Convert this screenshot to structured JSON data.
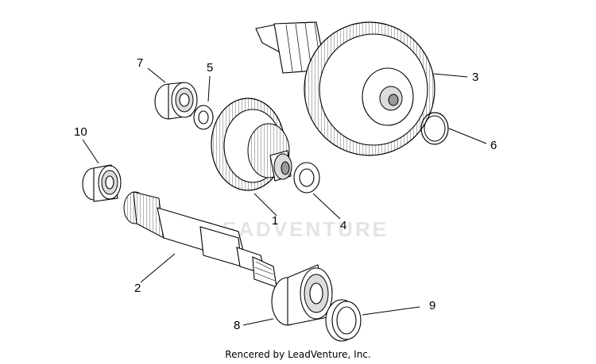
{
  "diagram": {
    "callouts": [
      "1",
      "2",
      "3",
      "4",
      "5",
      "6",
      "7",
      "8",
      "9",
      "10"
    ],
    "watermark": "LEADVENTURE",
    "credit": "Rencered by LeadVenture, Inc."
  },
  "colors": {
    "background": "#ffffff",
    "line": "#000000",
    "watermark": "#e4e4e4"
  }
}
